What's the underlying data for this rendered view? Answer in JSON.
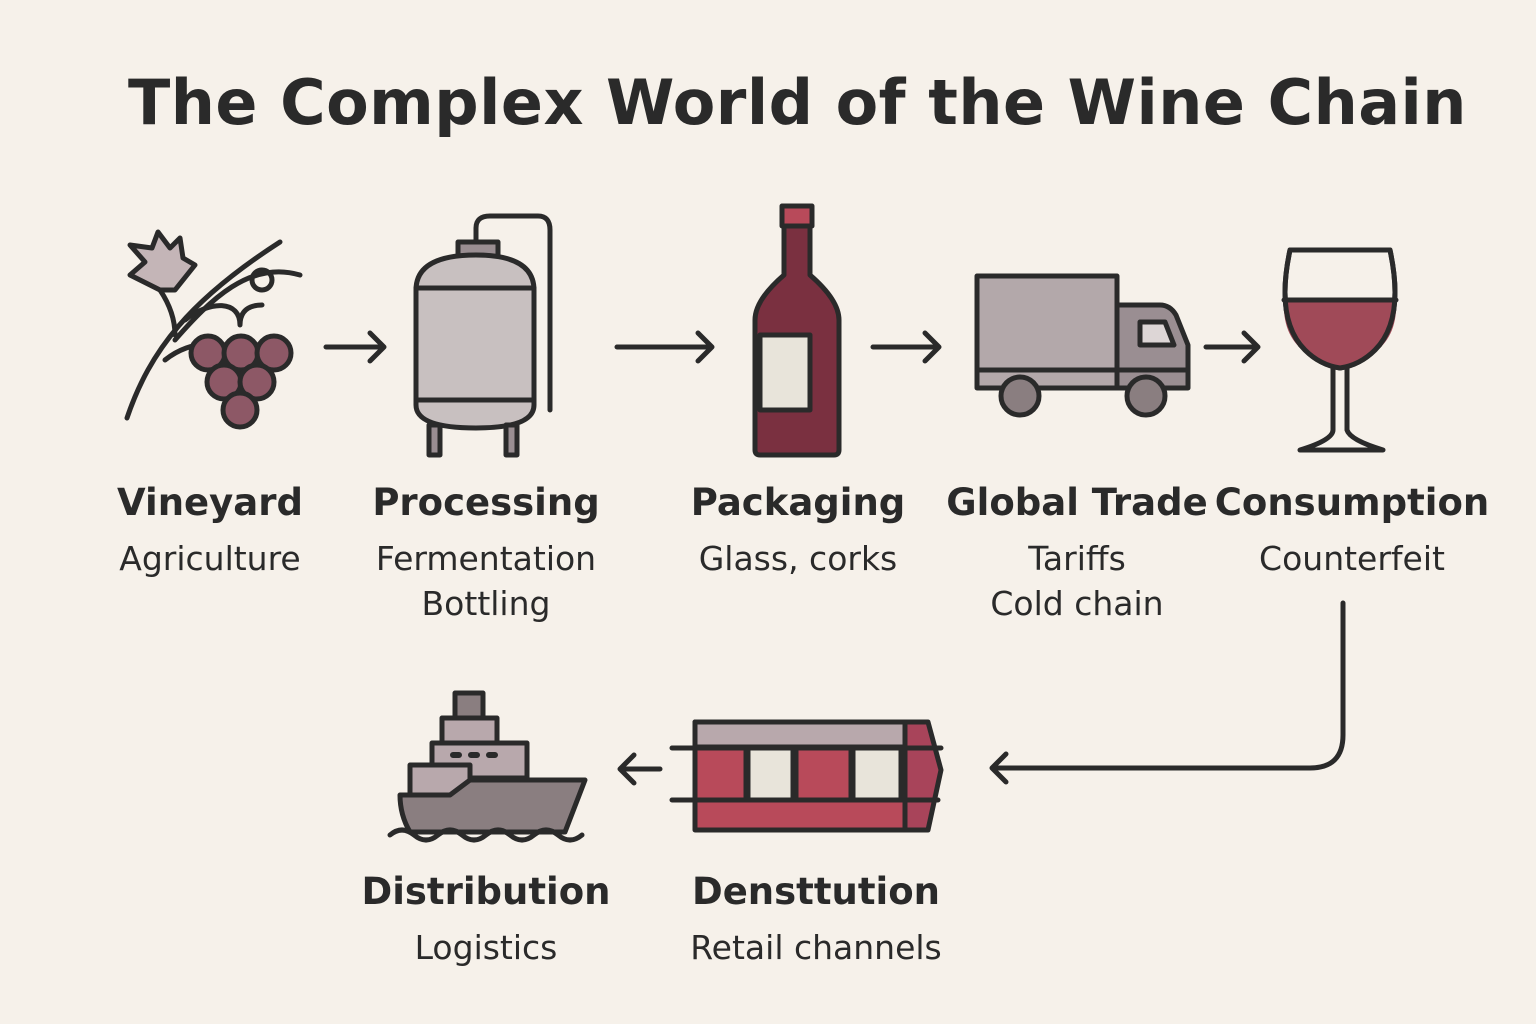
{
  "title": "The Complex World of the Wine Chain",
  "colors": {
    "background": "#f6f1ea",
    "ink": "#2a2a2a",
    "wine": "#8a3a4a",
    "grape": "#8d5866",
    "grey": "#c8c0c0",
    "container_red": "#b84a5a",
    "cream": "#e8e4da"
  },
  "stages": [
    {
      "title": "Vineyard",
      "lines": [
        "Agriculture"
      ],
      "icon": "grapevine-icon"
    },
    {
      "title": "Processing",
      "lines": [
        "Fermentation",
        "Bottling"
      ],
      "icon": "fermentation-tank-icon"
    },
    {
      "title": "Packaging",
      "lines": [
        "Glass, corks"
      ],
      "icon": "wine-bottle-icon"
    },
    {
      "title": "Global Trade",
      "lines": [
        "Tariffs",
        "Cold chain"
      ],
      "icon": "truck-icon"
    },
    {
      "title": "Consumption",
      "lines": [
        "Counterfeit"
      ],
      "icon": "wine-glass-icon"
    },
    {
      "title": "Densttution",
      "lines": [
        "Retail channels"
      ],
      "icon": "shipping-container-icon"
    },
    {
      "title": "Distribution",
      "lines": [
        "Logistics"
      ],
      "icon": "cargo-ship-icon"
    }
  ]
}
